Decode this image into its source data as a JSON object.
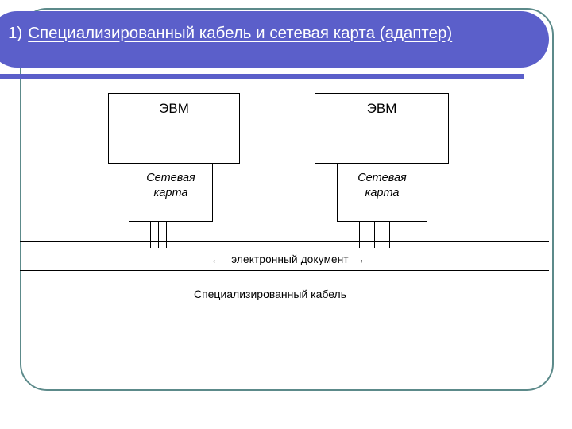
{
  "slide": {
    "background_color": "#ffffff",
    "frame_color": "#5c8a8a",
    "banner_color": "#5b5fca",
    "title_text_color": "#ffffff"
  },
  "title": {
    "number": "1)",
    "text": "Специализированный кабель и сетевая карта (адаптер)"
  },
  "diagram": {
    "nodes": [
      {
        "id": "node-left",
        "computer_label": "ЭВМ",
        "nic_label_line1": "Сетевая",
        "nic_label_line2": "карта"
      },
      {
        "id": "node-right",
        "computer_label": "ЭВМ",
        "nic_label_line1": "Сетевая",
        "nic_label_line2": "карта"
      }
    ],
    "bus": {
      "left_arrow": "←",
      "document_label": "электронный документ",
      "right_arrow": "←",
      "cable_label": "Специализированный кабель"
    }
  }
}
